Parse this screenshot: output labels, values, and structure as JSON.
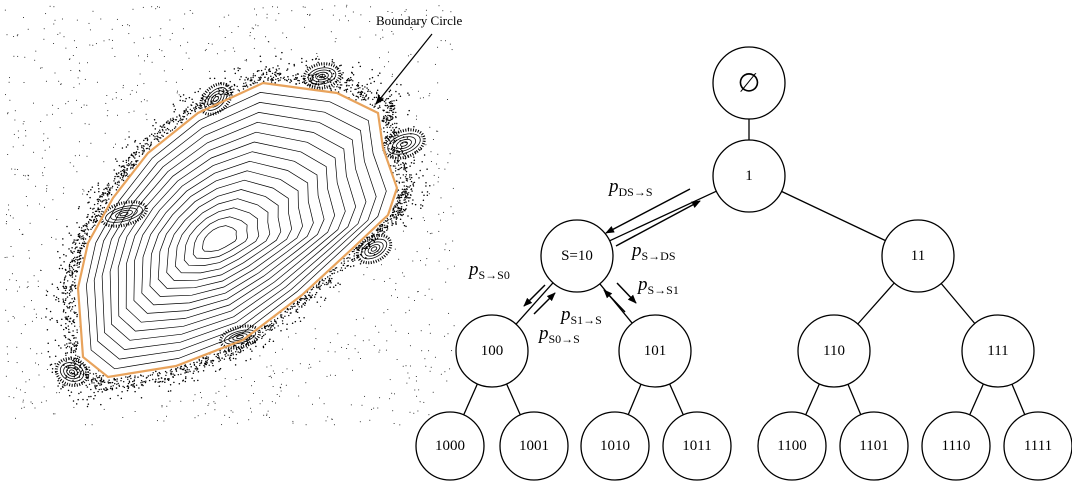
{
  "poincare_section": {
    "annotation": "Boundary Circle",
    "colors": {
      "boundary": "#e8a35c",
      "orbits": "#000000",
      "chaos": "#000000"
    }
  },
  "tree": {
    "nodes": [
      {
        "id": "root",
        "label": "∅"
      },
      {
        "id": "n1",
        "label": "1"
      },
      {
        "id": "n10",
        "label": "S=10"
      },
      {
        "id": "n11",
        "label": "11"
      },
      {
        "id": "n100",
        "label": "100"
      },
      {
        "id": "n101",
        "label": "101"
      },
      {
        "id": "n110",
        "label": "110"
      },
      {
        "id": "n111",
        "label": "111"
      },
      {
        "id": "n1000",
        "label": "1000"
      },
      {
        "id": "n1001",
        "label": "1001"
      },
      {
        "id": "n1010",
        "label": "1010"
      },
      {
        "id": "n1011",
        "label": "1011"
      },
      {
        "id": "n1100",
        "label": "1100"
      },
      {
        "id": "n1101",
        "label": "1101"
      },
      {
        "id": "n1110",
        "label": "1110"
      },
      {
        "id": "n1111",
        "label": "1111"
      }
    ],
    "edges": [
      [
        "root",
        "n1"
      ],
      [
        "n1",
        "n10"
      ],
      [
        "n1",
        "n11"
      ],
      [
        "n10",
        "n100"
      ],
      [
        "n10",
        "n101"
      ],
      [
        "n11",
        "n110"
      ],
      [
        "n11",
        "n111"
      ],
      [
        "n100",
        "n1000"
      ],
      [
        "n100",
        "n1001"
      ],
      [
        "n101",
        "n1010"
      ],
      [
        "n101",
        "n1011"
      ],
      [
        "n110",
        "n1100"
      ],
      [
        "n110",
        "n1101"
      ],
      [
        "n111",
        "n1110"
      ],
      [
        "n111",
        "n1111"
      ]
    ],
    "transitions": [
      {
        "id": "p-ds-s",
        "p": "p",
        "sub": "DS→S"
      },
      {
        "id": "p-s-ds",
        "p": "p",
        "sub": "S→DS"
      },
      {
        "id": "p-s-s0",
        "p": "p",
        "sub": "S→S0"
      },
      {
        "id": "p-s0-s",
        "p": "p",
        "sub": "S0→S"
      },
      {
        "id": "p-s1-s",
        "p": "p",
        "sub": "S1→S"
      },
      {
        "id": "p-s-s1",
        "p": "p",
        "sub": "S→S1"
      }
    ]
  }
}
